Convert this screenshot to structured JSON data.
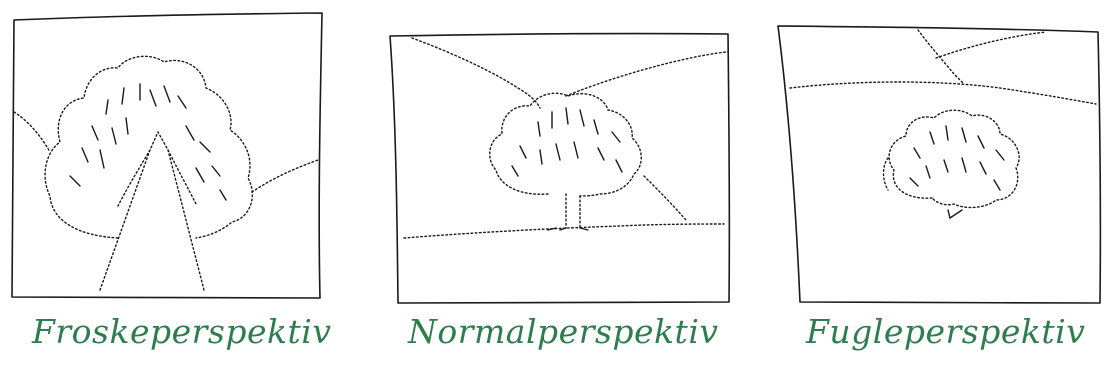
{
  "panels": [
    {
      "caption": "Froskeperspektiv"
    },
    {
      "caption": "Normalperspektiv"
    },
    {
      "caption": "Fugleperspektiv"
    }
  ],
  "colors": {
    "ink": "#1a1a1a",
    "caption": "#2e7d4f",
    "paper": "#ffffff"
  }
}
